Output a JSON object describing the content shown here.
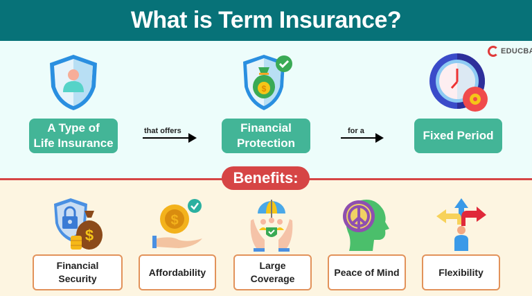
{
  "header": {
    "title": "What is Term Insurance?"
  },
  "brand": {
    "logo_text": "EDUCBA"
  },
  "flow": {
    "steps": [
      {
        "label_line1": "A Type of",
        "label_line2": "Life Insurance",
        "icon": "user-shield-icon"
      },
      {
        "label_line1": "Financial",
        "label_line2": "Protection",
        "icon": "money-bag-shield-check-icon"
      },
      {
        "label_line1": "Fixed Period",
        "label_line2": "",
        "icon": "clock-gear-icon"
      }
    ],
    "connectors": [
      {
        "label": "that offers"
      },
      {
        "label": "for a"
      }
    ]
  },
  "benefits": {
    "title": "Benefits:",
    "items": [
      {
        "label_line1": "Financial",
        "label_line2": "Security",
        "icon": "lock-shield-money-bag-icon"
      },
      {
        "label_line1": "Affordability",
        "label_line2": "",
        "icon": "coin-hand-check-icon"
      },
      {
        "label_line1": "Large",
        "label_line2": "Coverage",
        "icon": "umbrella-hands-people-icon"
      },
      {
        "label_line1": "Peace of Mind",
        "label_line2": "",
        "icon": "peace-head-icon"
      },
      {
        "label_line1": "Flexibility",
        "label_line2": "",
        "icon": "direction-arrows-person-icon"
      }
    ]
  },
  "colors": {
    "header_bg": "#077278",
    "top_bg": "#edfdfb",
    "bottom_bg": "#fdf5e1",
    "accent_green": "#43b597",
    "accent_red": "#d64545",
    "card_border": "#e2925a"
  }
}
